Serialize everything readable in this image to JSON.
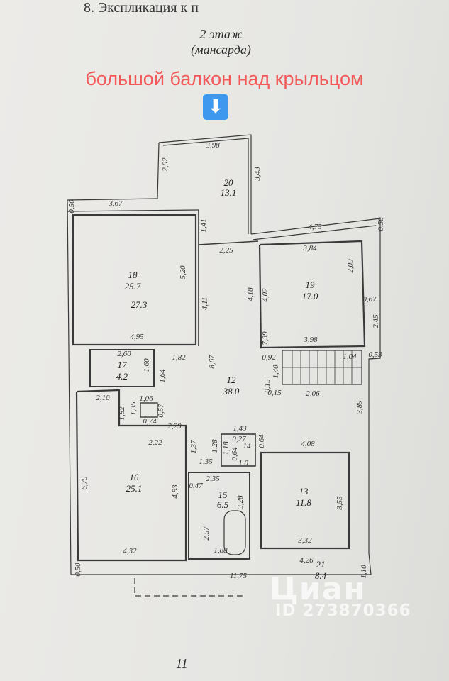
{
  "document": {
    "heading": "8. Экспликация к п",
    "floor_line1": "2 этаж",
    "floor_line2": "(мансарда)",
    "page_number": "11"
  },
  "annotation": {
    "text": "большой балкон над крыльцом",
    "arrow": "⬇"
  },
  "rooms": [
    {
      "num": "20",
      "area": "13.1"
    },
    {
      "num": "18",
      "area": "25.7",
      "extra": "27.3"
    },
    {
      "num": "19",
      "area": "17.0"
    },
    {
      "num": "17",
      "area": "4.2"
    },
    {
      "num": "12",
      "area": "38.0"
    },
    {
      "num": "16",
      "area": "25.1"
    },
    {
      "num": "14",
      "area": "1.0"
    },
    {
      "num": "15",
      "area": "6.5"
    },
    {
      "num": "13",
      "area": "11.8"
    },
    {
      "num": "21",
      "area": "8.4"
    }
  ],
  "dimensions": [
    "3,98",
    "2,02",
    "3,43",
    "0,50",
    "3,67",
    "1,41",
    "4,75",
    "0,50",
    "2,25",
    "3,84",
    "2,09",
    "5,20",
    "4,11",
    "4,18",
    "4,02",
    "0,67",
    "2,45",
    "4,95",
    "7,39",
    "3,98",
    "1,82",
    "0,92",
    "1,04",
    "0,53",
    "2,60",
    "1,60",
    "1,64",
    "8,67",
    "1,40",
    "0,15",
    "0,15",
    "2,06",
    "3,85",
    "2,10",
    "1,06",
    "1,82",
    "1,35",
    "0,57",
    "0,74",
    "2,29",
    "1,43",
    "0,27",
    "1,18",
    "0,64",
    "0,64",
    "2,22",
    "1,37",
    "1,28",
    "4,08",
    "1,35",
    "6,75",
    "2,35",
    "0,47",
    "4,93",
    "3,28",
    "3,55",
    "2,57",
    "1,88",
    "3,32",
    "4,32",
    "4,26",
    "0,50",
    "11,75",
    "1,10"
  ],
  "watermark": {
    "brand": "Циан",
    "id": "ID 273870366"
  }
}
